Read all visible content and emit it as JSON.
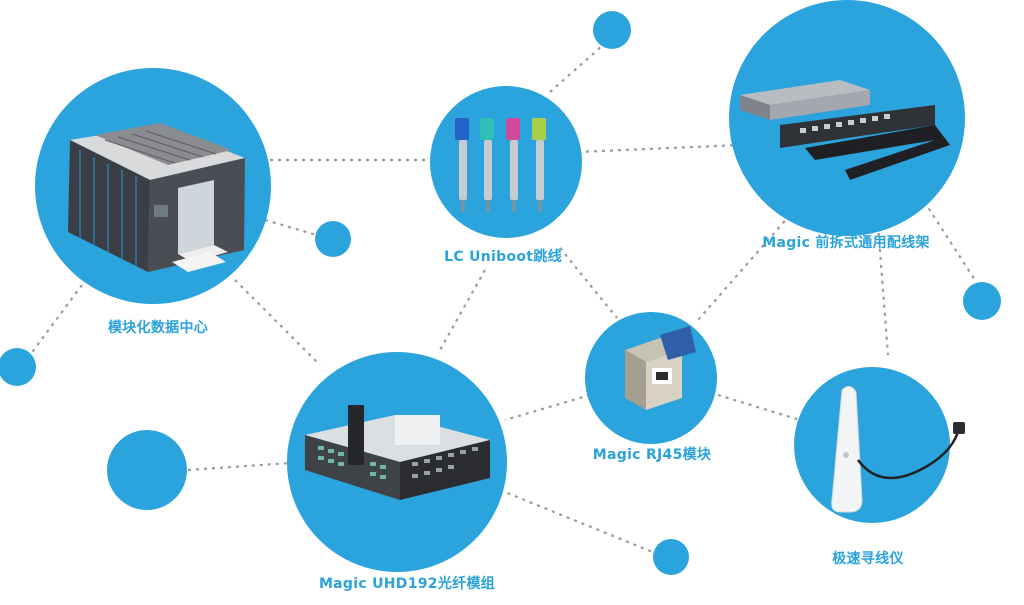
{
  "colors": {
    "circle": "#2ba3dc",
    "line": "#9b9b9b",
    "label": "#2aa3dc"
  },
  "nodes": {
    "datacenter": {
      "label": "模块化数据中心",
      "icon": "modular-datacenter-icon"
    },
    "lc_uniboot": {
      "label": "LC Uniboot跳线",
      "icon": "patch-cord-icon"
    },
    "patch_panel": {
      "label": "Magic 前拆式通用配线架",
      "icon": "patch-panel-icon"
    },
    "rj45": {
      "label": "Magic RJ45模块",
      "icon": "rj45-module-icon"
    },
    "uhd192": {
      "label": "Magic UHD192光纤模组",
      "icon": "fiber-module-icon"
    },
    "tracer": {
      "label": "极速寻线仪",
      "icon": "cable-tracer-icon"
    }
  }
}
